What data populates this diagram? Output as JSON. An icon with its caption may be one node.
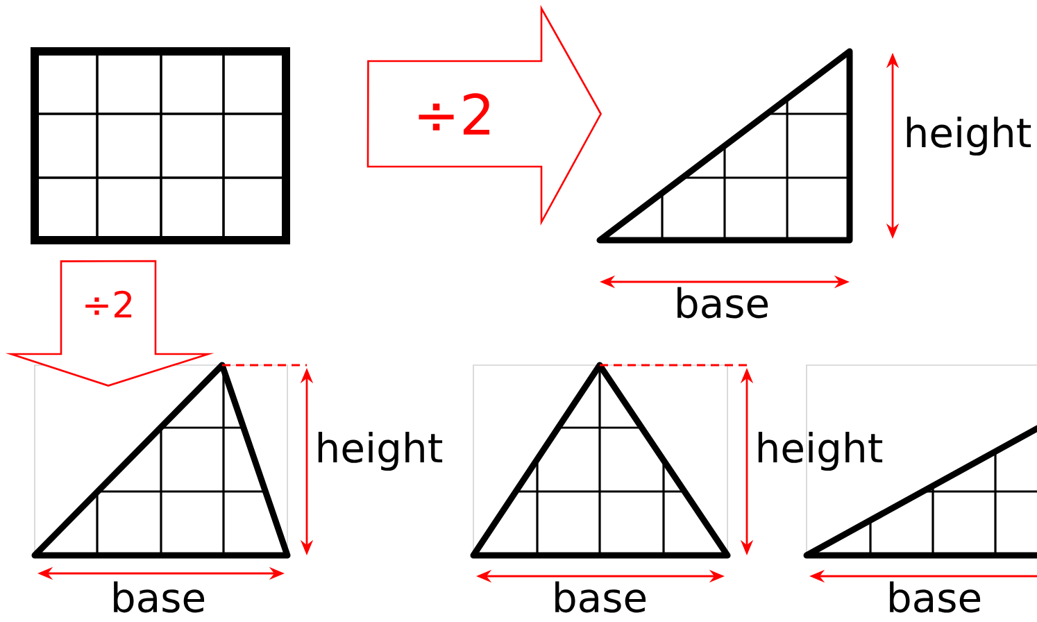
{
  "diagram": {
    "nodes": [
      {
        "text": [],
        "shape": "box"
      },
      {
        "text": [],
        "shape": "triangle",
        "beside": [
          "height",
          "base"
        ]
      },
      {
        "text": [],
        "shape": "triangle",
        "beside": [
          "height",
          "base"
        ]
      },
      {
        "text": [],
        "shape": "triangle",
        "beside": [
          "base"
        ]
      },
      {
        "text": [],
        "shape": "triangle",
        "beside": [
          "base"
        ]
      }
    ],
    "edges": [
      {
        "from": 0,
        "to": 1,
        "arrow": "to",
        "label": "÷2",
        "color": "#ff0000"
      },
      {
        "from": 0,
        "to": 2,
        "arrow": "to",
        "label": "÷2",
        "color": "#ff0000"
      }
    ],
    "labels": [
      "height"
    ]
  }
}
